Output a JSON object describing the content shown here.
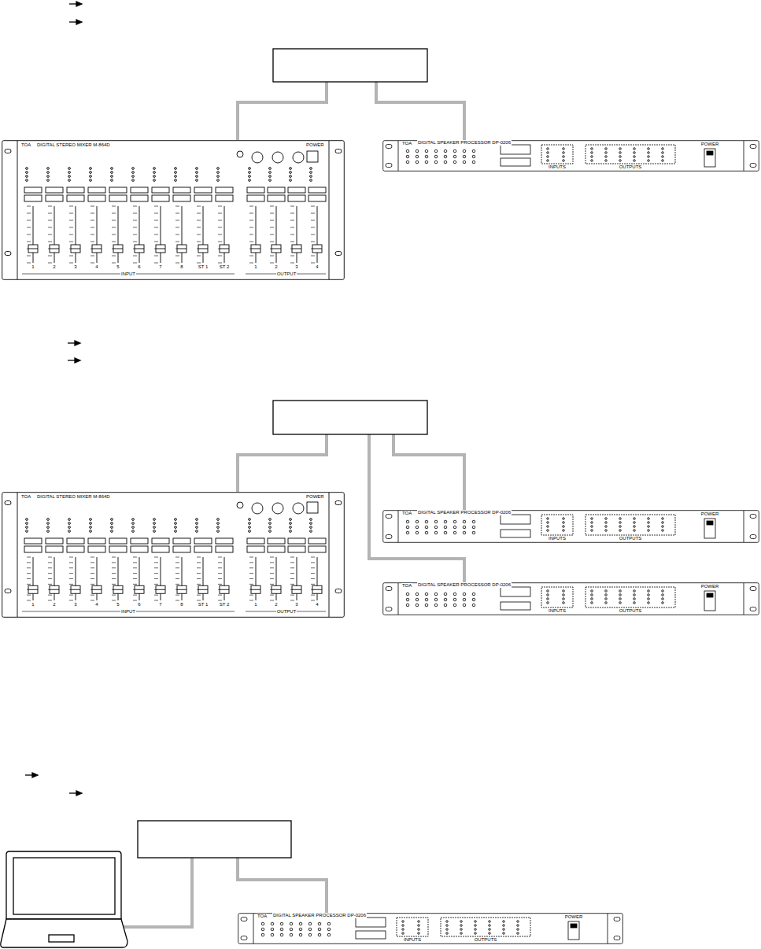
{
  "diagram": {
    "nodes": [
      {
        "text": [
          "TOA",
          "DIGITAL STEREO MIXER M-864D",
          "INPUT",
          "OUTPUT",
          "POWER",
          "1",
          "2",
          "3",
          "4",
          "5",
          "6",
          "7",
          "8",
          "ST 1",
          "ST 2",
          "1",
          "2",
          "3",
          "4"
        ]
      },
      {
        "text": [
          "TOA",
          "DIGITAL SPEAKER PROCESSOR DP-0206",
          "INPUTS",
          "OUTPUTS",
          "POWER"
        ]
      },
      {
        "text": [
          "TOA",
          "DIGITAL STEREO MIXER M-864D",
          "INPUT",
          "OUTPUT",
          "POWER",
          "1",
          "2",
          "3",
          "4",
          "5",
          "6",
          "7",
          "8",
          "ST 1",
          "ST 2",
          "1",
          "2",
          "3",
          "4"
        ]
      },
      {
        "text": [
          "TOA",
          "DIGITAL SPEAKER PROCESSOR DP-0206",
          "INPUTS",
          "OUTPUTS",
          "POWER"
        ]
      },
      {
        "text": [
          "TOA",
          "DIGITAL SPEAKER PROCESSOR DP-0206",
          "INPUTS",
          "OUTPUTS",
          "POWER"
        ]
      },
      {
        "text": [
          "TOA",
          "DIGITAL SPEAKER PROCESSOR DP-0206",
          "INPUTS",
          "OUTPUTS",
          "POWER"
        ]
      }
    ]
  }
}
